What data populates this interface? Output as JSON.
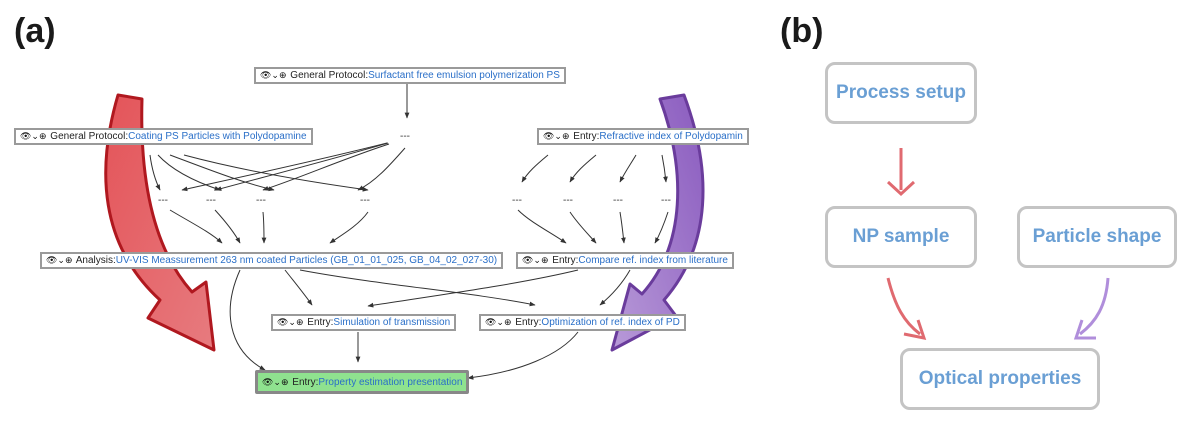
{
  "panel_a": {
    "label": "(a)",
    "icons": "👁⌄⊕",
    "nodes": {
      "top": {
        "type": "General Protocol:",
        "link": "Surfactant free emulsion polymerization PS"
      },
      "coating": {
        "type": "General Protocol:",
        "link": "Coating PS Particles with Polydopamine"
      },
      "refractive": {
        "type": "Entry:",
        "link": "Refractive index of Polydopamin"
      },
      "analysis": {
        "type": "Analysis:",
        "link": "UV-VIS Meassurement 263 nm coated Particles (GB_01_01_025, GB_04_02_027-30)"
      },
      "compare": {
        "type": "Entry:",
        "link": "Compare ref. index from literature"
      },
      "simulation": {
        "type": "Entry:",
        "link": "Simulation of transmission"
      },
      "optimization": {
        "type": "Entry:",
        "link": "Optimization of ref. index of PD"
      },
      "final": {
        "type": "Entry:",
        "link": "Property estimation presentation"
      }
    },
    "dash": "---"
  },
  "panel_b": {
    "label": "(b)",
    "boxes": {
      "process": "Process setup",
      "np": "NP sample",
      "shape": "Particle shape",
      "optical": "Optical properties"
    }
  },
  "colors": {
    "red_arrow": "#d23f45",
    "purple_arrow": "#9b74c4",
    "link": "#2a6fc8",
    "final_fill": "#8fe28f",
    "box_text": "#6a9fd4"
  }
}
